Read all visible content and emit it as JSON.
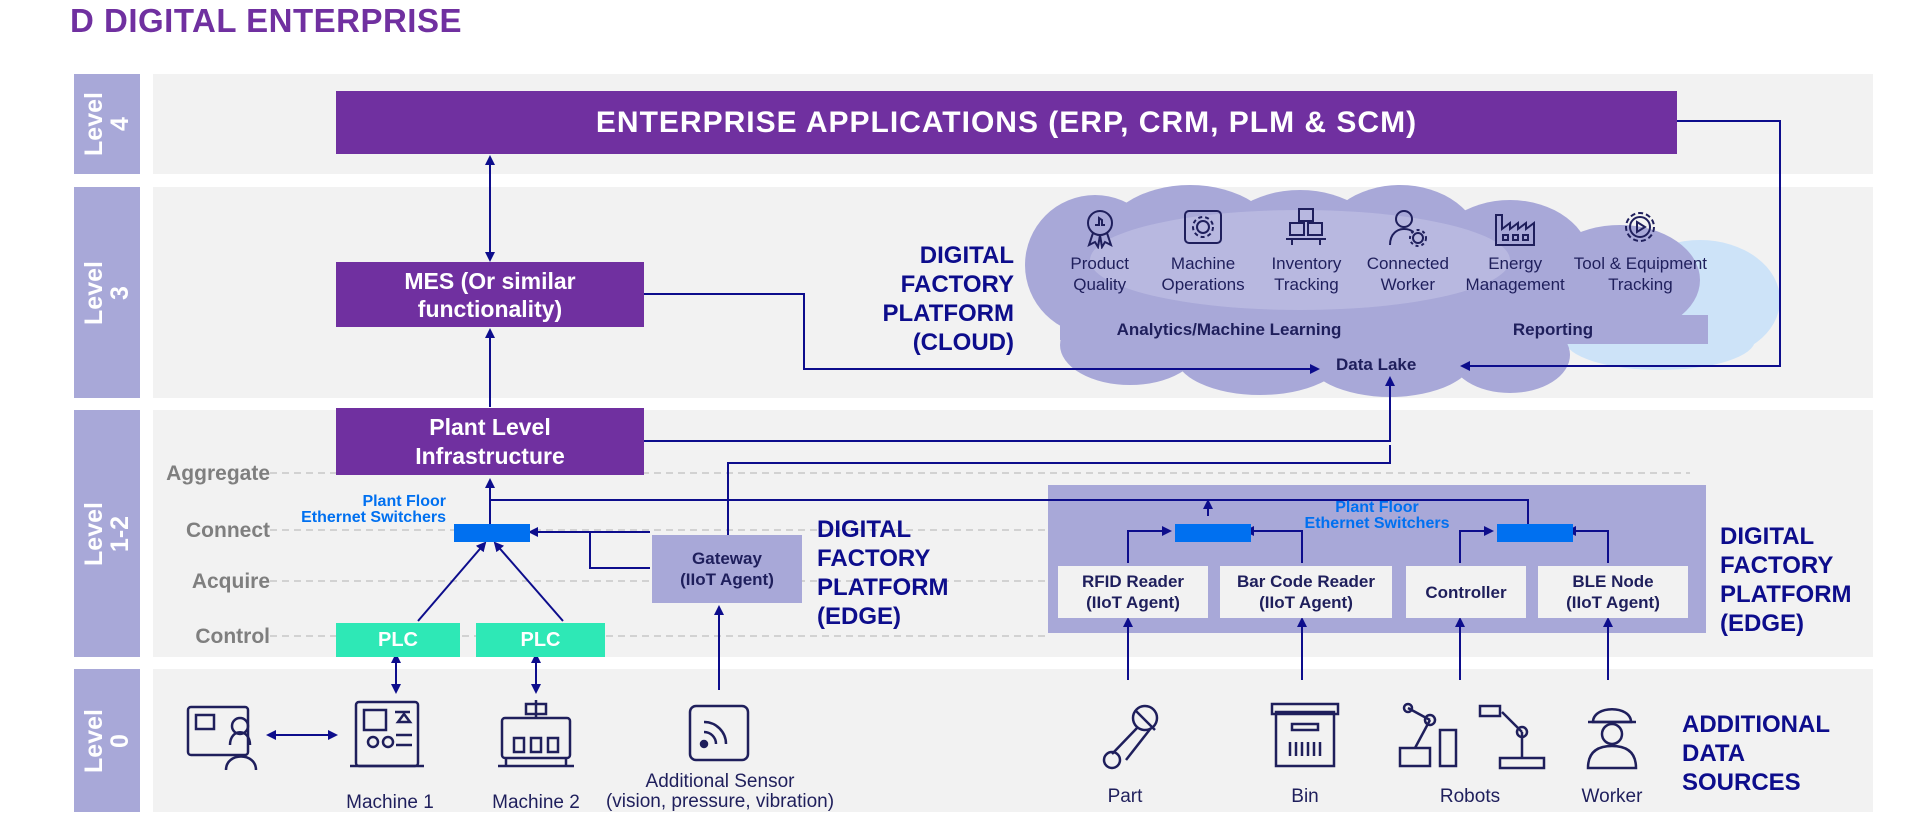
{
  "title": "D DIGITAL ENTERPRISE",
  "levels": {
    "l4": "Level\n4",
    "l3": "Level\n3",
    "l12": "Level\n1-2",
    "l0": "Level\n0"
  },
  "enterprise_apps": "ENTERPRISE APPLICATIONS (ERP, CRM, PLM & SCM)",
  "mes": "MES (Or similar functionality)",
  "plant_infra": "Plant Level Infrastructure",
  "rows": {
    "aggregate": "Aggregate",
    "connect": "Connect",
    "acquire": "Acquire",
    "control": "Control"
  },
  "switch_label": "Plant Floor\nEthernet Switchers",
  "gateway": "Gateway\n(IIoT Agent)",
  "plc": "PLC",
  "dfp_cloud": "DIGITAL\nFACTORY\nPLATFORM\n(CLOUD)",
  "dfp_edge": "DIGITAL\nFACTORY\nPLATFORM\n(EDGE)",
  "cloud": {
    "items": [
      {
        "label": "Product\nQuality",
        "icon": "badge-icon"
      },
      {
        "label": "Machine\nOperations",
        "icon": "gear-icon"
      },
      {
        "label": "Inventory\nTracking",
        "icon": "boxes-icon"
      },
      {
        "label": "Connected\nWorker",
        "icon": "worker-gear-icon"
      },
      {
        "label": "Energy\nManagement",
        "icon": "factory-icon"
      },
      {
        "label": "Tool & Equipment\nTracking",
        "icon": "gear-play-icon"
      }
    ],
    "analytics": "Analytics/Machine Learning",
    "reporting": "Reporting",
    "data_lake": "Data Lake"
  },
  "edge_agents": {
    "rfid": "RFID Reader\n(IIoT Agent)",
    "barcode": "Bar Code Reader\n(IIoT Agent)",
    "controller": "Controller",
    "ble": "BLE Node\n(IIoT Agent)"
  },
  "sources": {
    "machine1": "Machine 1",
    "machine2": "Machine 2",
    "sensor": "Additional Sensor\n(vision, pressure, vibration)",
    "part": "Part",
    "bin": "Bin",
    "robots": "Robots",
    "worker": "Worker"
  },
  "additional": "ADDITIONAL\nDATA\nSOURCES",
  "colors": {
    "purple": "#7030a0",
    "lavender": "#a8a8d8",
    "navy": "#0d0d8c",
    "switch": "#0070f0",
    "plc": "#2ee8b6",
    "band": "#f2f2f2"
  }
}
